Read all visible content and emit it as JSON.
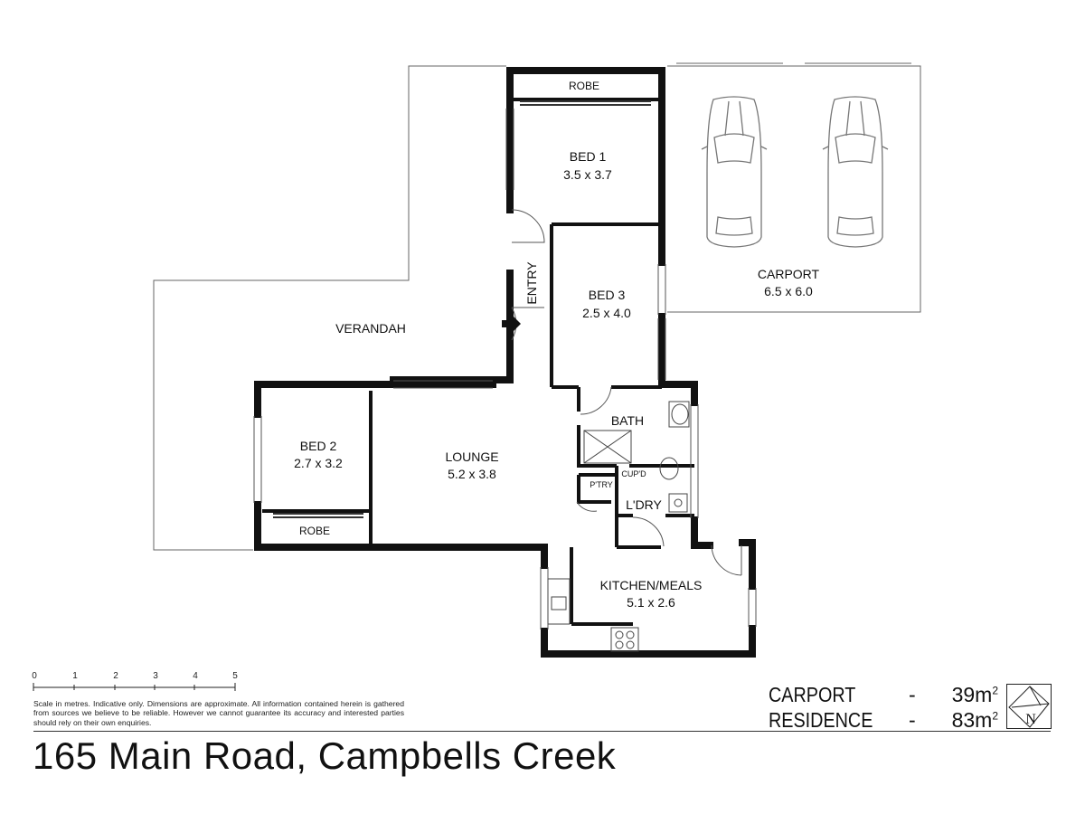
{
  "rooms": {
    "robe_top": "ROBE",
    "bed1": {
      "name": "BED 1",
      "size": "3.5 x 3.7"
    },
    "entry": "ENTRY",
    "bed3": {
      "name": "BED 3",
      "size": "2.5 x 4.0"
    },
    "carport": {
      "name": "CARPORT",
      "size": "6.5 x 6.0"
    },
    "verandah": "VERANDAH",
    "bed2": {
      "name": "BED 2",
      "size": "2.7 x 3.2"
    },
    "robe_bed2": "ROBE",
    "lounge": {
      "name": "LOUNGE",
      "size": "5.2 x 3.8"
    },
    "bath": "BATH",
    "cupd": "CUP'D",
    "ptry": "P'TRY",
    "ldry": "L'DRY",
    "kitchen": {
      "name": "KITCHEN/MEALS",
      "size": "5.1 x 2.6"
    }
  },
  "scale_bar": {
    "ticks": [
      "0",
      "1",
      "2",
      "3",
      "4",
      "5"
    ]
  },
  "disclaimer": "Scale in metres. Indicative only. Dimensions are approximate. All information contained herein is gathered from sources we believe to be reliable. However we cannot guarantee its accuracy and interested parties should rely on their own enquiries.",
  "areas": [
    {
      "name": "CARPORT",
      "dash": "-",
      "value": "39m",
      "sup": "2"
    },
    {
      "name": "RESIDENCE",
      "dash": "-",
      "value": "83m",
      "sup": "2"
    }
  ],
  "compass_letter": "N",
  "address": "165 Main Road, Campbells Creek"
}
